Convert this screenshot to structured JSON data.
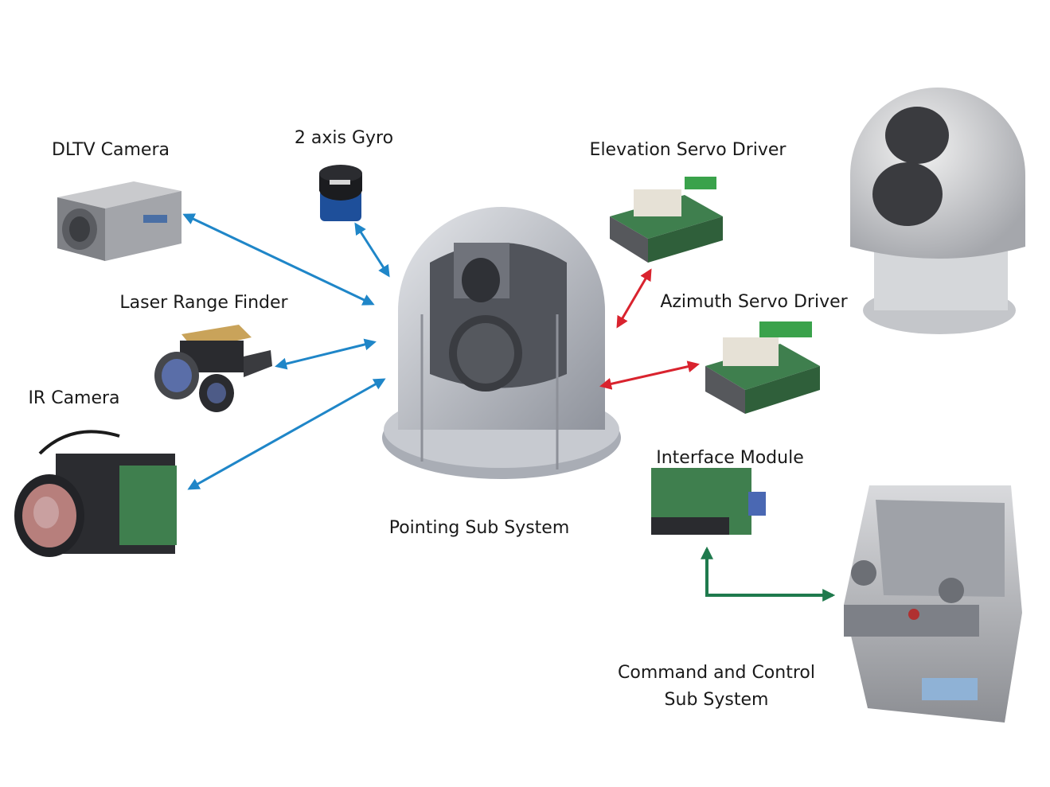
{
  "labels": {
    "dltv_camera": "DLTV Camera",
    "gyro": "2 axis Gyro",
    "laser_range_finder": "Laser Range Finder",
    "ir_camera": "IR Camera",
    "pointing_sub_system": "Pointing Sub System",
    "elevation_servo_driver": "Elevation Servo Driver",
    "azimuth_servo_driver": "Azimuth Servo Driver",
    "interface_module": "Interface Module",
    "command_control_line1": "Command and Control",
    "command_control_line2": "Sub System"
  },
  "colors": {
    "blue_link": "#1f86c8",
    "red_link": "#d9232e",
    "green_link": "#1f7a4d",
    "gimbal_gray": "#b9bcc4",
    "board_green": "#3f7f4e",
    "console_gray": "#8d9199"
  },
  "icons": [
    "dltv-camera-icon",
    "gyro-icon",
    "laser-range-finder-icon",
    "ir-camera-icon",
    "pointing-gimbal-icon",
    "elevation-servo-board-icon",
    "azimuth-servo-board-icon",
    "interface-module-icon",
    "gimbal-photo-icon",
    "control-console-icon"
  ]
}
